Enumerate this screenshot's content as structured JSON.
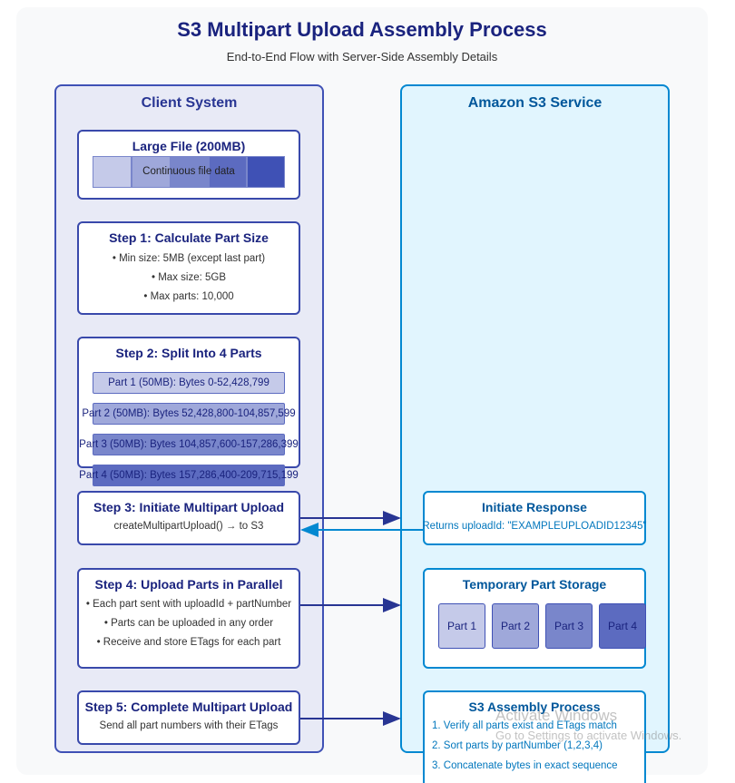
{
  "title": "S3 Multipart Upload Assembly Process",
  "subtitle": "End-to-End Flow with Server-Side Assembly Details",
  "client": {
    "title": "Client System",
    "large_file": {
      "title": "Large File (200MB)",
      "label": "Continuous file data"
    },
    "step1": {
      "title": "Step 1: Calculate Part Size",
      "lines": [
        "• Min size: 5MB (except last part)",
        "• Max size: 5GB",
        "• Max parts: 10,000"
      ]
    },
    "step2": {
      "title": "Step 2: Split Into 4 Parts",
      "parts": [
        "Part 1 (50MB): Bytes 0-52,428,799",
        "Part 2 (50MB): Bytes 52,428,800-104,857,599",
        "Part 3 (50MB): Bytes 104,857,600-157,286,399",
        "Part 4 (50MB): Bytes 157,286,400-209,715,199"
      ]
    },
    "step3": {
      "title": "Step 3: Initiate Multipart Upload",
      "lines": [
        "createMultipartUpload() → to S3"
      ]
    },
    "step4": {
      "title": "Step 4: Upload Parts in Parallel",
      "lines": [
        "• Each part sent with uploadId + partNumber",
        "• Parts can be uploaded in any order",
        "• Receive and store ETags for each part"
      ]
    },
    "step5": {
      "title": "Step 5: Complete Multipart Upload",
      "lines": [
        "Send all part numbers with their ETags"
      ]
    }
  },
  "s3": {
    "title": "Amazon S3 Service",
    "initiate": {
      "title": "Initiate Response",
      "lines": [
        "Returns uploadId: \"EXAMPLEUPLOADID12345\""
      ]
    },
    "storage": {
      "title": "Temporary Part Storage",
      "parts": [
        "Part 1",
        "Part 2",
        "Part 3",
        "Part 4"
      ]
    },
    "assembly": {
      "title": "S3 Assembly Process",
      "lines": [
        "1. Verify all parts exist and ETags match",
        "2. Sort parts by partNumber (1,2,3,4)",
        "3. Concatenate bytes in exact sequence"
      ]
    }
  },
  "watermark": {
    "line1": "Activate Windows",
    "line2": "Go to Settings to activate Windows."
  },
  "colors": {
    "client_border": "#3f51b5",
    "s3_border": "#0288d1",
    "shade1": "#c5cae9",
    "shade2": "#9fa8da",
    "shade3": "#7986cb",
    "shade4": "#5c6bc0",
    "shade5": "#3f51b5"
  }
}
